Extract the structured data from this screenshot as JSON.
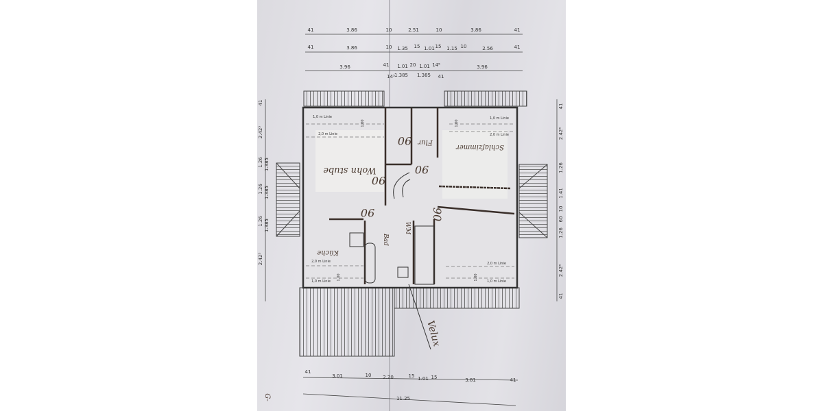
{
  "dimensions": {
    "top_row1": [
      "41",
      "3.86",
      "10",
      "2.51",
      "10",
      "3.86",
      "41"
    ],
    "top_row2": [
      "41",
      "3.86",
      "10",
      "1.35",
      "15",
      "1.01",
      "15",
      "1.15",
      "10",
      "2.56",
      "41"
    ],
    "top_row3": [
      "3.96",
      "41",
      "1.01",
      "20",
      "1.01",
      "14⁵",
      "3.96"
    ],
    "top_row3_below": [
      "14⁵",
      "1.385",
      "1.385",
      "41"
    ],
    "left": [
      "41",
      "2.42⁵",
      "1.26",
      "1.385",
      "1.26",
      "1.385",
      "1.26",
      "1.385",
      "2.42⁵"
    ],
    "right": [
      "41",
      "2.42⁵",
      "1.26",
      "1.41",
      "10",
      "60",
      "1.26",
      "2.42⁵",
      "41"
    ],
    "bottom_row1": [
      "41",
      "3.01",
      "10",
      "2.20",
      "15",
      "1.01",
      "15",
      "3.81",
      "41"
    ],
    "bottom_total": "11.25"
  },
  "rooms": {
    "living": "Wohn stube",
    "kitchen": "Küche",
    "bedroom": "Schlafzimmer",
    "hall": "Flur",
    "bath": "Bad",
    "laundry": "WM",
    "velux": "Velux"
  },
  "door_labels": [
    "90",
    "90",
    "90",
    "90",
    "90"
  ],
  "height_lines": {
    "line1": "1,0 m Linie",
    "line2": "2,0 m Linie",
    "spacing": "1.00"
  },
  "margin_note": "G-",
  "colors": {
    "paper": "#e0dfe4",
    "ink": "#333333",
    "handwriting": "#4a3a30",
    "whiteout": "#f2f1ee"
  }
}
